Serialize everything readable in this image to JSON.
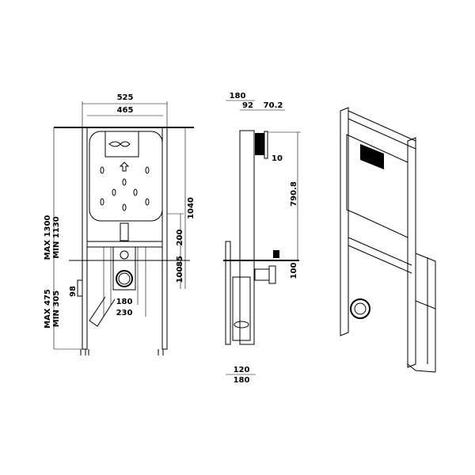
{
  "front_view": {
    "width_outer": "525",
    "width_inner": "465",
    "height_max": "MAX 1300",
    "height_min": "MIN 1130",
    "height_1040": "1040",
    "dim_200": "200",
    "dim_85": "85",
    "dim_100": "100",
    "dim_98": "98",
    "drain_max": "MAX 475",
    "drain_min": "MIN 305",
    "dim_180": "180",
    "dim_230": "230"
  },
  "side_view": {
    "depth_top": "180",
    "dim_92": "92",
    "dim_70_2": "70.2",
    "dim_10": "10",
    "dim_790_8": "790.8",
    "dim_100": "100",
    "base_inner": "120",
    "base_outer": "180"
  }
}
